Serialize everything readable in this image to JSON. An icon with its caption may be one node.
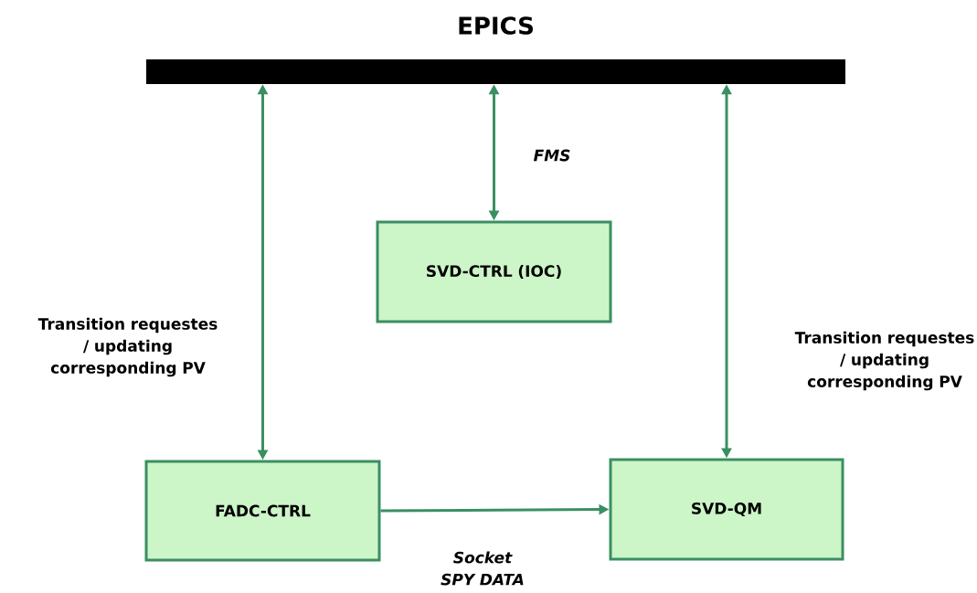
{
  "diagram": {
    "nodes": [
      {
        "text": [
          "EPICS"
        ]
      },
      {
        "text": [
          "SVD-CTRL (IOC)"
        ]
      },
      {
        "text": [
          "FADC-CTRL"
        ]
      },
      {
        "text": [
          "SVD-QM"
        ]
      }
    ],
    "edges": [
      {
        "from": 0,
        "to": 2,
        "arrow": "both",
        "label": "Transition requestes / updating corresponding PV"
      },
      {
        "from": 0,
        "to": 1,
        "arrow": "both",
        "label": "FMS"
      },
      {
        "from": 0,
        "to": 3,
        "arrow": "both",
        "label": "Transition requestes / updating corresponding PV"
      },
      {
        "from": 2,
        "to": 3,
        "arrow": "to",
        "label": "Socket SPY DATA"
      }
    ]
  }
}
